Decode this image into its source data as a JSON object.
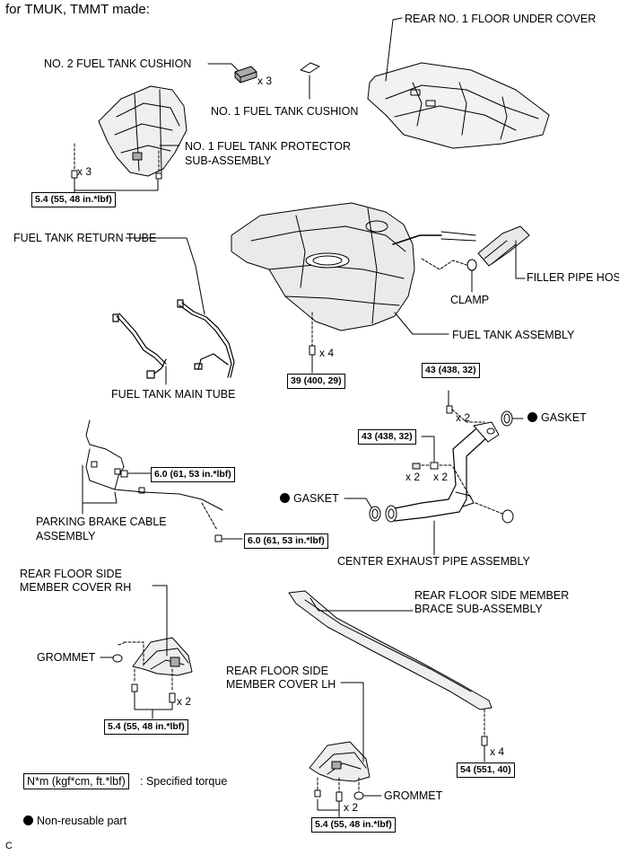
{
  "header": "for TMUK, TMMT made:",
  "parts": {
    "rear_floor_under_cover": "REAR NO. 1 FLOOR UNDER COVER",
    "no2_cushion": "NO. 2 FUEL TANK CUSHION",
    "no1_cushion": "NO. 1 FUEL TANK CUSHION",
    "protector_l1": "NO. 1 FUEL TANK PROTECTOR",
    "protector_l2": "SUB-ASSEMBLY",
    "return_tube": "FUEL TANK RETURN TUBE",
    "main_tube": "FUEL TANK MAIN TUBE",
    "filler_hose": "FILLER PIPE HOSE",
    "clamp": "CLAMP",
    "fuel_tank": "FUEL TANK ASSEMBLY",
    "gasket": "GASKET",
    "brake_cable_l1": "PARKING BRAKE CABLE",
    "brake_cable_l2": "ASSEMBLY",
    "center_pipe": "CENTER EXHAUST PIPE ASSEMBLY",
    "cover_rh_l1": "REAR FLOOR SIDE",
    "cover_rh_l2": "MEMBER COVER RH",
    "grommet": "GROMMET",
    "brace_l1": "REAR FLOOR SIDE MEMBER",
    "brace_l2": "BRACE SUB-ASSEMBLY",
    "cover_lh_l1": "REAR FLOOR SIDE",
    "cover_lh_l2": "MEMBER COVER LH"
  },
  "torques": {
    "t_54_48": "5.4 (55, 48 in.*lbf)",
    "t_39": "39 (400, 29)",
    "t_43": "43 (438, 32)",
    "t_60": "6.0 (61, 53 in.*lbf)",
    "t_54_551": "54 (551, 40)"
  },
  "quantities": {
    "x2": "x 2",
    "x3": "x 3",
    "x4": "x 4"
  },
  "legend": {
    "torque_box": "N*m (kgf*cm, ft.*lbf)",
    "torque_text": ": Specified torque",
    "nonreusable": "Non-reusable part"
  },
  "footer_code": "C"
}
